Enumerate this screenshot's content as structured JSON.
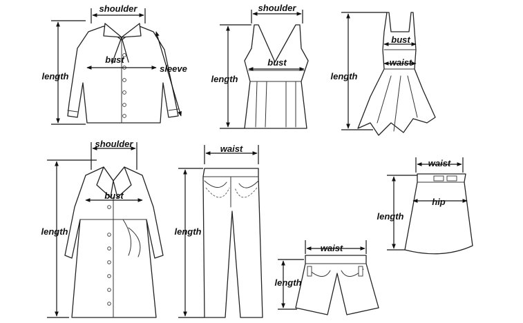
{
  "labels": {
    "shoulder": "shoulder",
    "bust": "bust",
    "sleeve": "sleeve",
    "length": "length",
    "waist": "waist",
    "hip": "hip"
  },
  "colors": {
    "line": "#222222",
    "background": "#ffffff"
  }
}
